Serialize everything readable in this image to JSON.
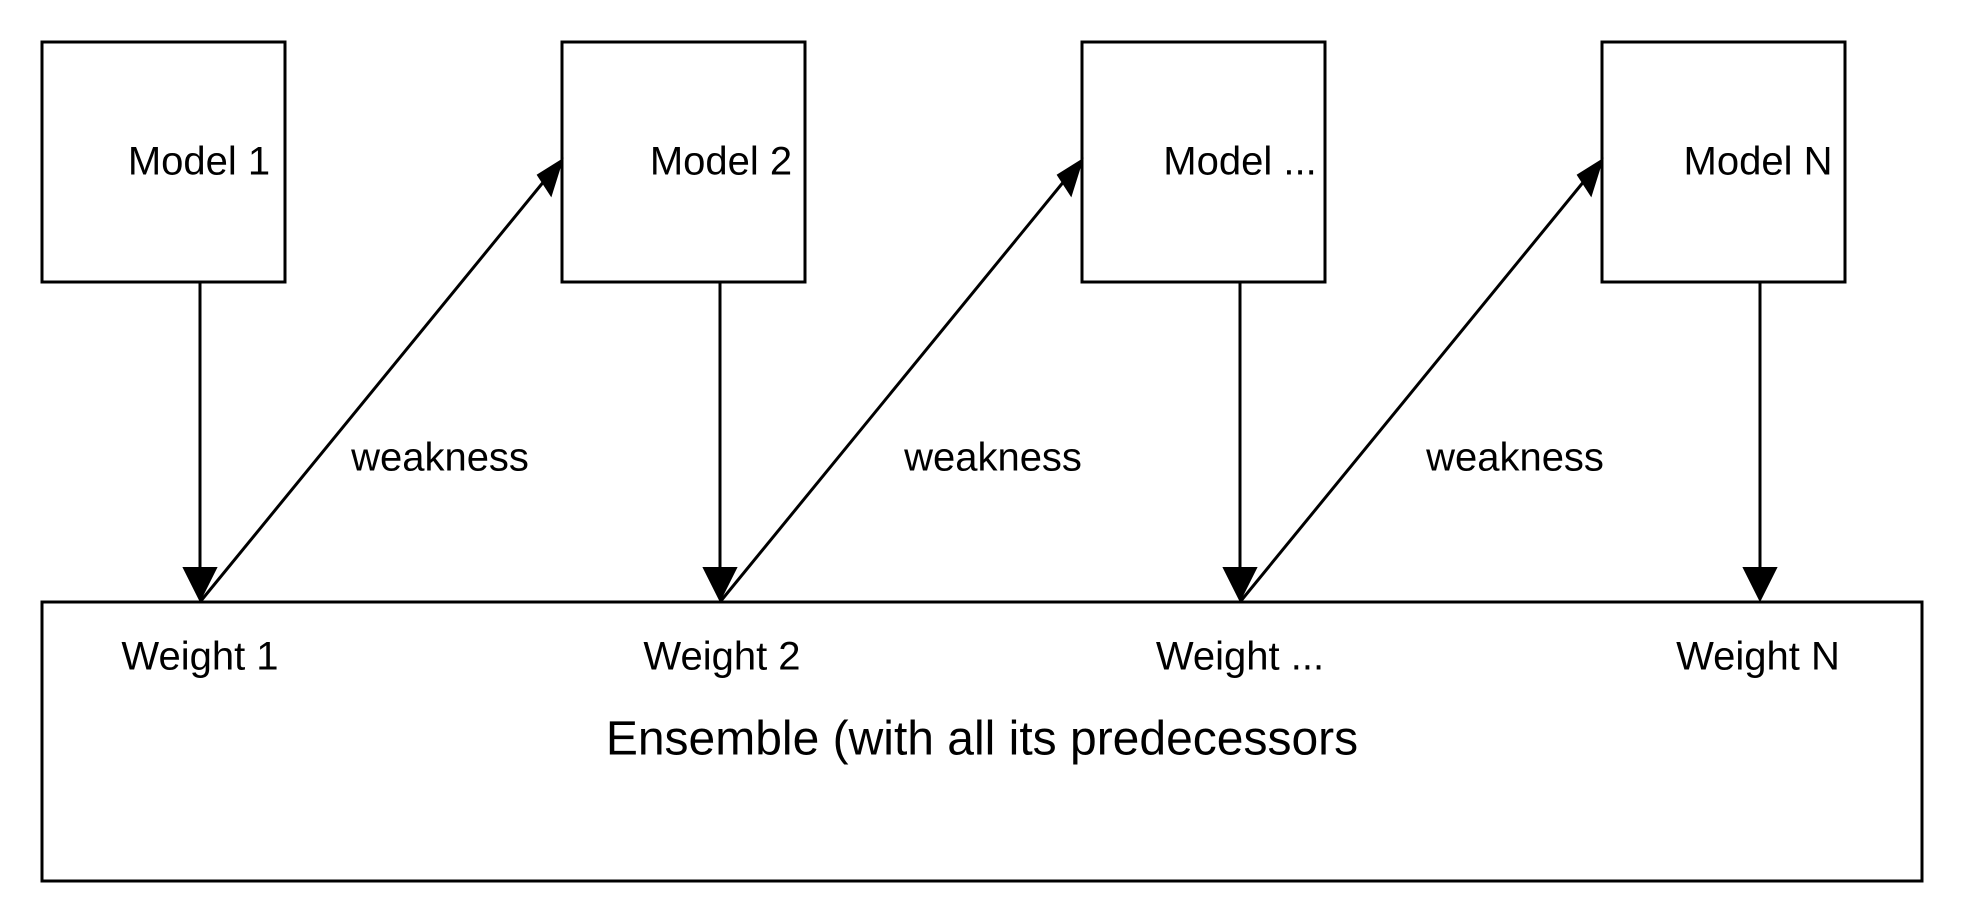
{
  "diagram": {
    "models": [
      "Model 1",
      "Model 2",
      "Model ...",
      "Model N"
    ],
    "weights": [
      "Weight 1",
      "Weight 2",
      "Weight ...",
      "Weight N"
    ],
    "feedback_label": "weakness",
    "ensemble_label": "Ensemble (with all its predecessors",
    "colors": {
      "stroke": "#000000",
      "fill": "#ffffff",
      "text": "#000000"
    }
  }
}
